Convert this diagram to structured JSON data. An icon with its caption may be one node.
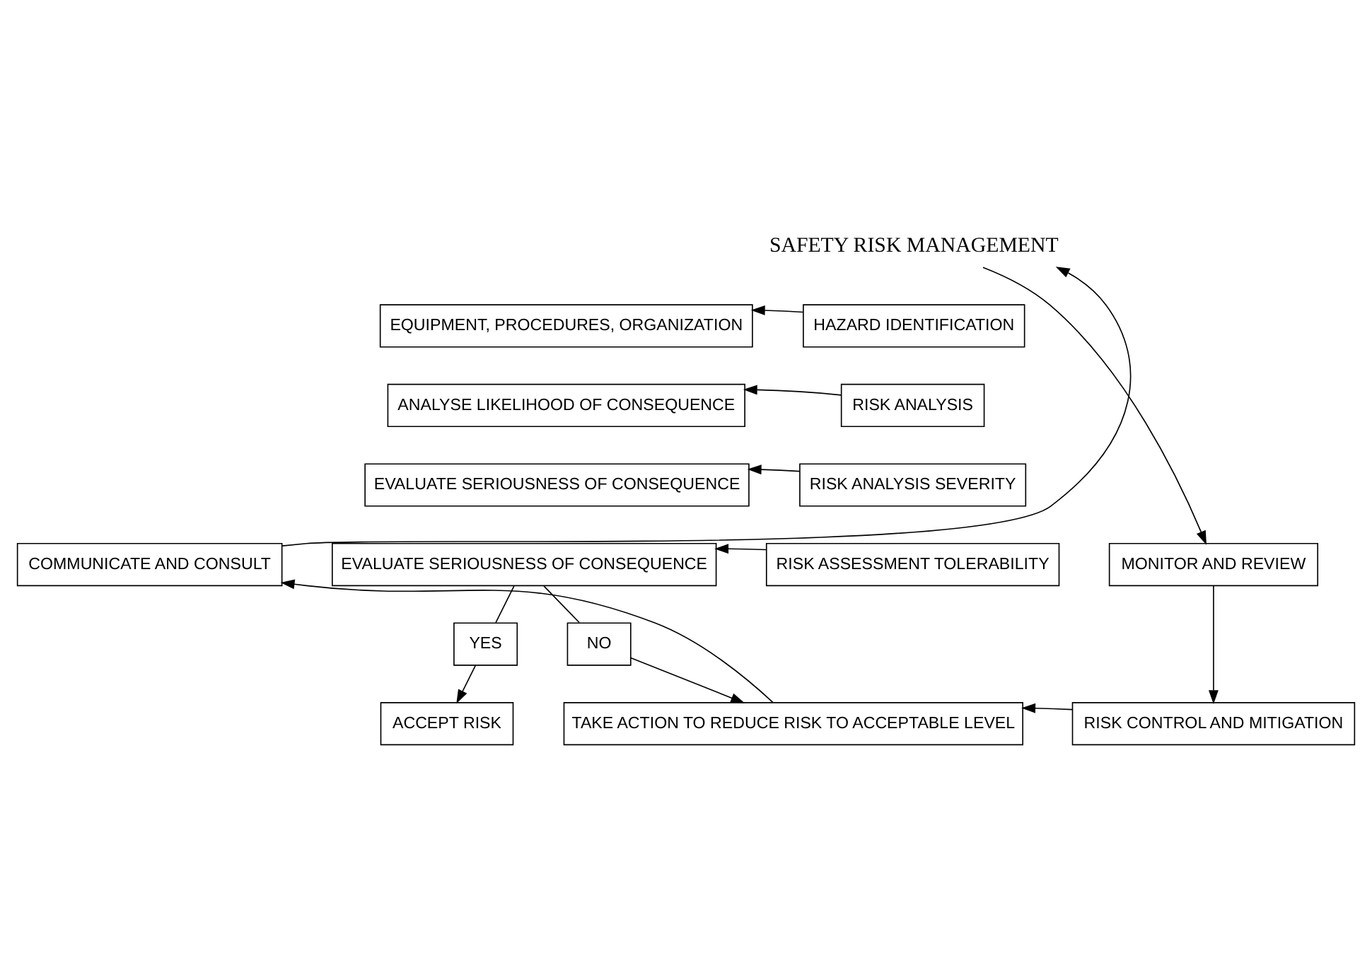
{
  "diagram": {
    "nodes": [
      {
        "text": [
          "SAFETY RISK MANAGEMENT"
        ]
      },
      {
        "text": [
          "EQUIPMENT, PROCEDURES, ORGANIZATION"
        ]
      },
      {
        "text": [
          "HAZARD IDENTIFICATION"
        ]
      },
      {
        "text": [
          "ANALYSE LIKELIHOOD OF CONSEQUENCE"
        ]
      },
      {
        "text": [
          "RISK ANALYSIS"
        ]
      },
      {
        "text": [
          "EVALUATE SERIOUSNESS OF CONSEQUENCE"
        ]
      },
      {
        "text": [
          "RISK ANALYSIS SEVERITY"
        ]
      },
      {
        "text": [
          "COMMUNICATE AND CONSULT"
        ]
      },
      {
        "text": [
          "EVALUATE SERIOUSNESS OF CONSEQUENCE"
        ]
      },
      {
        "text": [
          "RISK ASSESSMENT TOLERABILITY"
        ]
      },
      {
        "text": [
          "MONITOR AND REVIEW"
        ]
      },
      {
        "text": [
          "YES"
        ]
      },
      {
        "text": [
          "NO"
        ]
      },
      {
        "text": [
          "ACCEPT RISK"
        ]
      },
      {
        "text": [
          "TAKE ACTION TO REDUCE RISK TO ACCEPTABLE LEVEL"
        ]
      },
      {
        "text": [
          "RISK CONTROL AND MITIGATION"
        ]
      }
    ],
    "edges": [
      {
        "from": 7,
        "to": 0,
        "arrow": "to"
      },
      {
        "from": 0,
        "to": 10,
        "arrow": "to"
      },
      {
        "from": 2,
        "to": 1,
        "arrow": "to"
      },
      {
        "from": 4,
        "to": 3,
        "arrow": "to"
      },
      {
        "from": 6,
        "to": 5,
        "arrow": "to"
      },
      {
        "from": 9,
        "to": 8,
        "arrow": "to"
      },
      {
        "from": 8,
        "to": 11,
        "arrow": "none"
      },
      {
        "from": 8,
        "to": 12,
        "arrow": "none"
      },
      {
        "from": 11,
        "to": 13,
        "arrow": "to"
      },
      {
        "from": 12,
        "to": 14,
        "arrow": "to"
      },
      {
        "from": 10,
        "to": 15,
        "arrow": "to"
      },
      {
        "from": 15,
        "to": 14,
        "arrow": "to"
      },
      {
        "from": 14,
        "to": 7,
        "arrow": "to"
      }
    ]
  }
}
